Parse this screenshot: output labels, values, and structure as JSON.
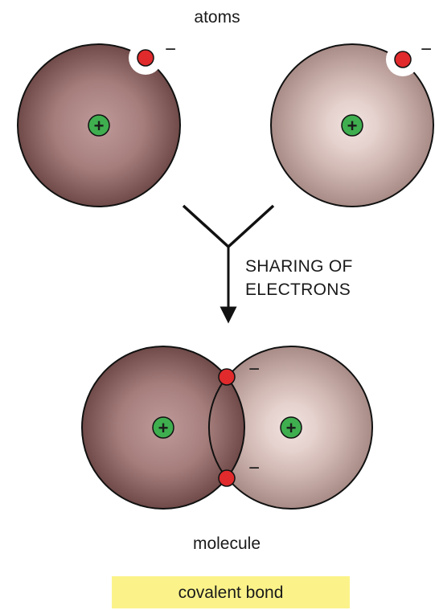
{
  "labels": {
    "top": "atoms",
    "process_line1": "SHARING OF",
    "process_line2": "ELECTRONS",
    "bottom": "molecule",
    "caption": "covalent bond"
  },
  "symbols": {
    "nucleus_charge": "+",
    "electron_charge": "−"
  },
  "colors": {
    "atom_dark_center": "#bf9a9a",
    "atom_dark_edge": "#6f4a48",
    "atom_light_center": "#f1e3e0",
    "atom_light_edge": "#a88b86",
    "nucleus": "#3fae4f",
    "electron": "#e02a2c",
    "caption_background": "#fbf38a"
  },
  "counts": {
    "atoms": 2,
    "nuclei_per_atom": 1,
    "shared_electrons": 2
  },
  "icons": {
    "nucleus": "plus-circle-icon",
    "electron": "red-dot-icon",
    "process_arrow": "down-arrow-icon"
  }
}
